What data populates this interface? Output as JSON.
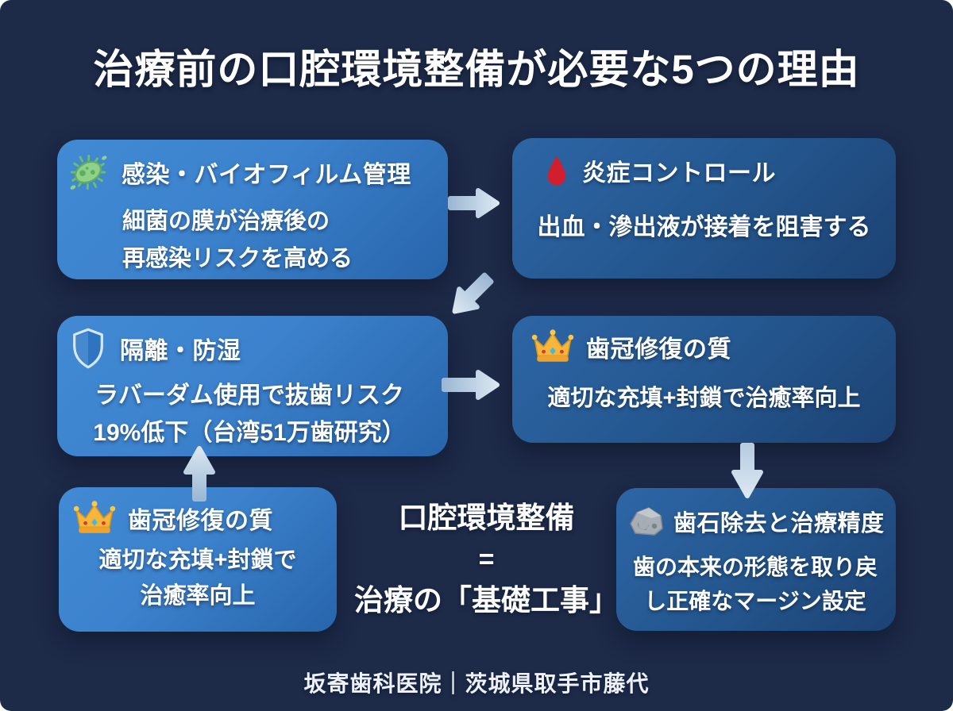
{
  "canvas": {
    "title": "治療前の口腔環境整備が必要な5つの理由",
    "footer": "坂寄歯科医院｜茨城県取手市藤代",
    "background_color": "#1d2a48",
    "card_light_gradient": [
      "#428ad4",
      "#2765ab"
    ],
    "card_dark_gradient": [
      "#2d66a6",
      "#1c4273"
    ],
    "arrow_color_tail": "#9cb8d4",
    "arrow_color_head": "#dbe7f2",
    "text_color": "#ffffff"
  },
  "cards": [
    {
      "icon": "microbe-icon",
      "icon_color": "#8fd18b",
      "title": "感染・バイオフィルム管理",
      "lines": [
        "細菌の膜が治療後の",
        "再感染リスクを高める"
      ]
    },
    {
      "icon": "blood-drop-icon",
      "icon_color": "#d21f2e",
      "title": "炎症コントロール",
      "lines": [
        "出血・滲出液が接着を阻害する"
      ]
    },
    {
      "icon": "shield-icon",
      "icon_color": "#2f74c0",
      "title": "隔離・防湿",
      "lines": [
        "ラバーダム使用で抜歯リスク",
        "19%低下（台湾51万歯研究）"
      ]
    },
    {
      "icon": "crown-icon",
      "icon_color": "#f6b63b",
      "title": "歯冠修復の質",
      "lines": [
        "適切な充填+封鎖で治癒率向上"
      ]
    },
    {
      "icon": "crown-icon",
      "icon_color": "#f6b63b",
      "title": "歯冠修復の質",
      "lines": [
        "適切な充填+封鎖で",
        "治癒率向上"
      ]
    },
    {
      "icon": "rock-icon",
      "icon_color": "#a7adb4",
      "title": "歯石除去と治療精度",
      "lines": [
        "歯の本来の形態を取り戻",
        "し正確なマージン設定"
      ]
    }
  ],
  "center_note": {
    "top": "口腔環境整備",
    "equals": "=",
    "bottom": "治療の「基礎工事」"
  },
  "arrows": [
    {
      "name": "arrow-infection-to-inflammation",
      "direction": "right"
    },
    {
      "name": "arrow-inflammation-to-isolation",
      "direction": "down-left"
    },
    {
      "name": "arrow-isolation-to-crown",
      "direction": "right"
    },
    {
      "name": "arrow-crown-to-isolation",
      "direction": "up"
    },
    {
      "name": "arrow-crown-to-calculus",
      "direction": "down"
    }
  ]
}
